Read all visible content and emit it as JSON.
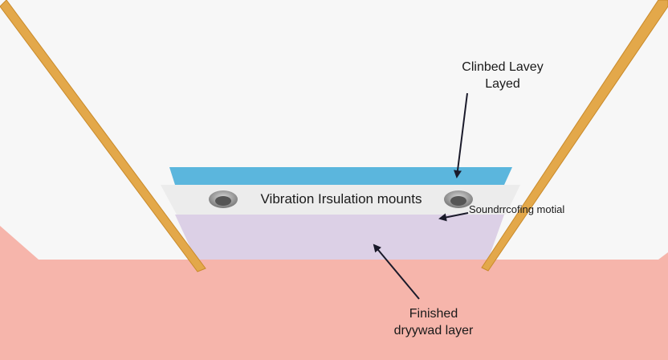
{
  "labels": {
    "top_line1": "Clinbed Lavey",
    "top_line2": "Layed",
    "mounts": "Vibration Irsulation mounts",
    "soundproofing": "Soundrrcofing motial",
    "bottom_line1": "Finished",
    "bottom_line2": "dryywad layer"
  },
  "colors": {
    "background": "#f7f7f7",
    "floor": "#f6b5ab",
    "beam": "#e3a84a",
    "top_layer": "#5bb6dd",
    "mount_layer": "#ececec",
    "drywall": "#dcd0e6",
    "arrow": "#1a1a2a"
  }
}
